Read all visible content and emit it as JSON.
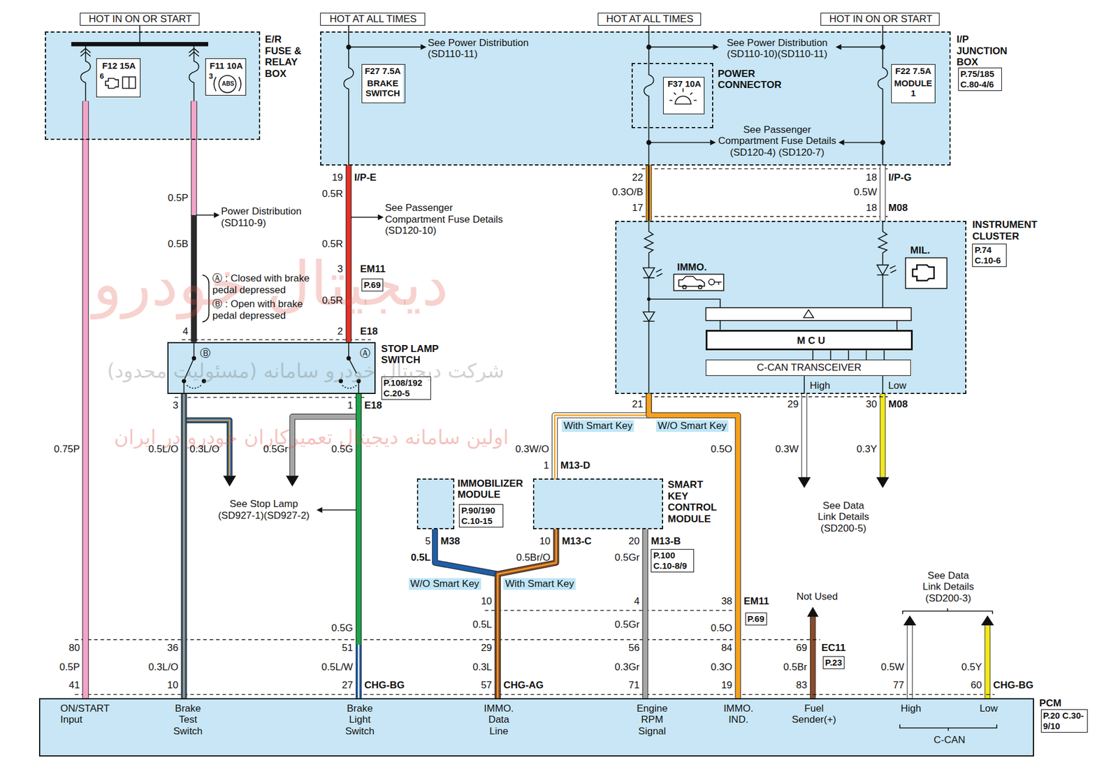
{
  "diagram": {
    "nodes": [
      {
        "text": [
          "HOT IN ON OR START"
        ]
      },
      {
        "text": [
          "HOT AT ALL TIMES"
        ]
      },
      {
        "text": [
          "HOT AT ALL TIMES"
        ]
      },
      {
        "text": [
          "HOT IN ON OR START"
        ]
      },
      {
        "text": [
          "E/R FUSE & RELAY BOX"
        ]
      },
      {
        "text": [
          "F12 15A",
          "6"
        ],
        "in": 4
      },
      {
        "text": [
          "F11 10A",
          "3",
          "ABS"
        ],
        "in": 4
      },
      {
        "text": [
          "I/P JUNCTION BOX",
          "P.75/185 C.80-4/6"
        ]
      },
      {
        "text": [
          "F27 7.5A",
          "BRAKE SWITCH"
        ],
        "in": 7
      },
      {
        "text": [
          "POWER CONNECTOR"
        ],
        "in": 7
      },
      {
        "text": [
          "F37 10A"
        ],
        "in": 9
      },
      {
        "text": [
          "F22 7.5A",
          "MODULE 1"
        ],
        "in": 7
      },
      {
        "text": [
          "STOP LAMP SWITCH",
          "P.108/192 C.20-5",
          "Ⓑ",
          "Ⓐ"
        ]
      },
      {
        "text": [
          "INSTRUMENT CLUSTER",
          "P.74 C.10-6",
          "IMMO.",
          "MIL.",
          "High",
          "Low"
        ]
      },
      {
        "text": [
          "M C U"
        ],
        "in": 13
      },
      {
        "text": [
          "C-CAN TRANSCEIVER"
        ],
        "in": 13
      },
      {
        "text": [
          "IMMOBILIZER MODULE",
          "P.90/190 C.10-15"
        ]
      },
      {
        "text": [
          "SMART KEY CONTROL MODULE"
        ]
      },
      {
        "text": [
          "PCM",
          "P.20 C.30-9/10",
          "ON/START Input",
          "Brake Test Switch",
          "Brake Light Switch",
          "IMMO. Data Line",
          "Engine RPM Signal",
          "IMMO. IND.",
          "Fuel Sender(+)",
          "High",
          "Low",
          "C-CAN"
        ]
      }
    ],
    "edges": [
      {
        "from": 4,
        "to": 18,
        "arrow": "none"
      },
      {
        "from": 4,
        "to": 12,
        "arrow": "none"
      },
      {
        "from": 7,
        "to": 12,
        "arrow": "none"
      },
      {
        "from": 9,
        "to": 13,
        "arrow": "none"
      },
      {
        "from": 7,
        "to": 13,
        "arrow": "none"
      },
      {
        "from": 12,
        "to": 18,
        "arrow": "none"
      },
      {
        "from": 12,
        "to": 18,
        "arrow": "none"
      },
      {
        "from": 13,
        "to": 17,
        "arrow": "none"
      },
      {
        "from": 13,
        "to": 18,
        "arrow": "none"
      },
      {
        "from": 16,
        "to": 18,
        "arrow": "none"
      },
      {
        "from": 17,
        "to": 18,
        "arrow": "none"
      },
      {
        "from": 17,
        "to": 18,
        "arrow": "none"
      }
    ],
    "labels": [
      "See Power Distribution (SD110-11)",
      "See Power Distribution (SD110-10)(SD110-11)",
      "See Passenger Compartment Fuse Details (SD120-4) (SD120-7)",
      "19",
      "I/P-E",
      "22",
      "18",
      "I/P-G",
      "0.5P",
      "Power Distribution (SD110-9)",
      "0.5R",
      "See Passenger Compartment Fuse Details (SD120-10)",
      "0.3O/B",
      "0.5W",
      "17",
      "18",
      "M08",
      "0.5B",
      "0.5R",
      "3",
      "EM11",
      "P.69",
      "Ⓐ : Closed with brake pedal depressed",
      "Ⓑ : Open with brake pedal depressed",
      "0.5R",
      "4",
      "2",
      "E18",
      "3",
      "1",
      "E18",
      "21",
      "With Smart Key",
      "W/O Smart Key",
      "29",
      "30",
      "M08",
      "0.75P",
      "0.5L/O",
      "0.3L/O",
      "0.5Gr",
      "0.5G",
      "0.3W/O",
      "0.5O",
      "0.3W",
      "0.3Y",
      "1",
      "M13-D",
      "See Stop Lamp (SD927-1)(SD927-2)",
      "See Data Link Details (SD200-5)",
      "5",
      "M38",
      "10",
      "M13-C",
      "20",
      "M13-B",
      "P.100 C.10-8/9",
      "0.5L",
      "0.5Br/O",
      "0.5Gr",
      "See Data Link Details (SD200-3)",
      "W/O Smart Key",
      "With Smart Key",
      "Not Used",
      "10",
      "4",
      "38",
      "EM11",
      "P.69",
      "0.5L",
      "0.5Gr",
      "0.5G",
      "0.5O",
      "80",
      "36",
      "51",
      "29",
      "56",
      "84",
      "69",
      "EC11",
      "P.23",
      "0.5P",
      "0.3L/O",
      "0.5L/W",
      "0.3L",
      "0.3Gr",
      "0.3O",
      "0.5Br",
      "0.5W",
      "0.5Y",
      "41",
      "10",
      "27",
      "CHG-BG",
      "57",
      "CHG-AG",
      "71",
      "19",
      "83",
      "77",
      "60",
      "CHG-BG",
      "دیجیتال خودرو",
      "شرکت دیجیتال خودرو سامانه (مسئولیت محدود)",
      "اولین سامانه دیجیتال تعمیرکاران خودرو در ایران"
    ]
  }
}
